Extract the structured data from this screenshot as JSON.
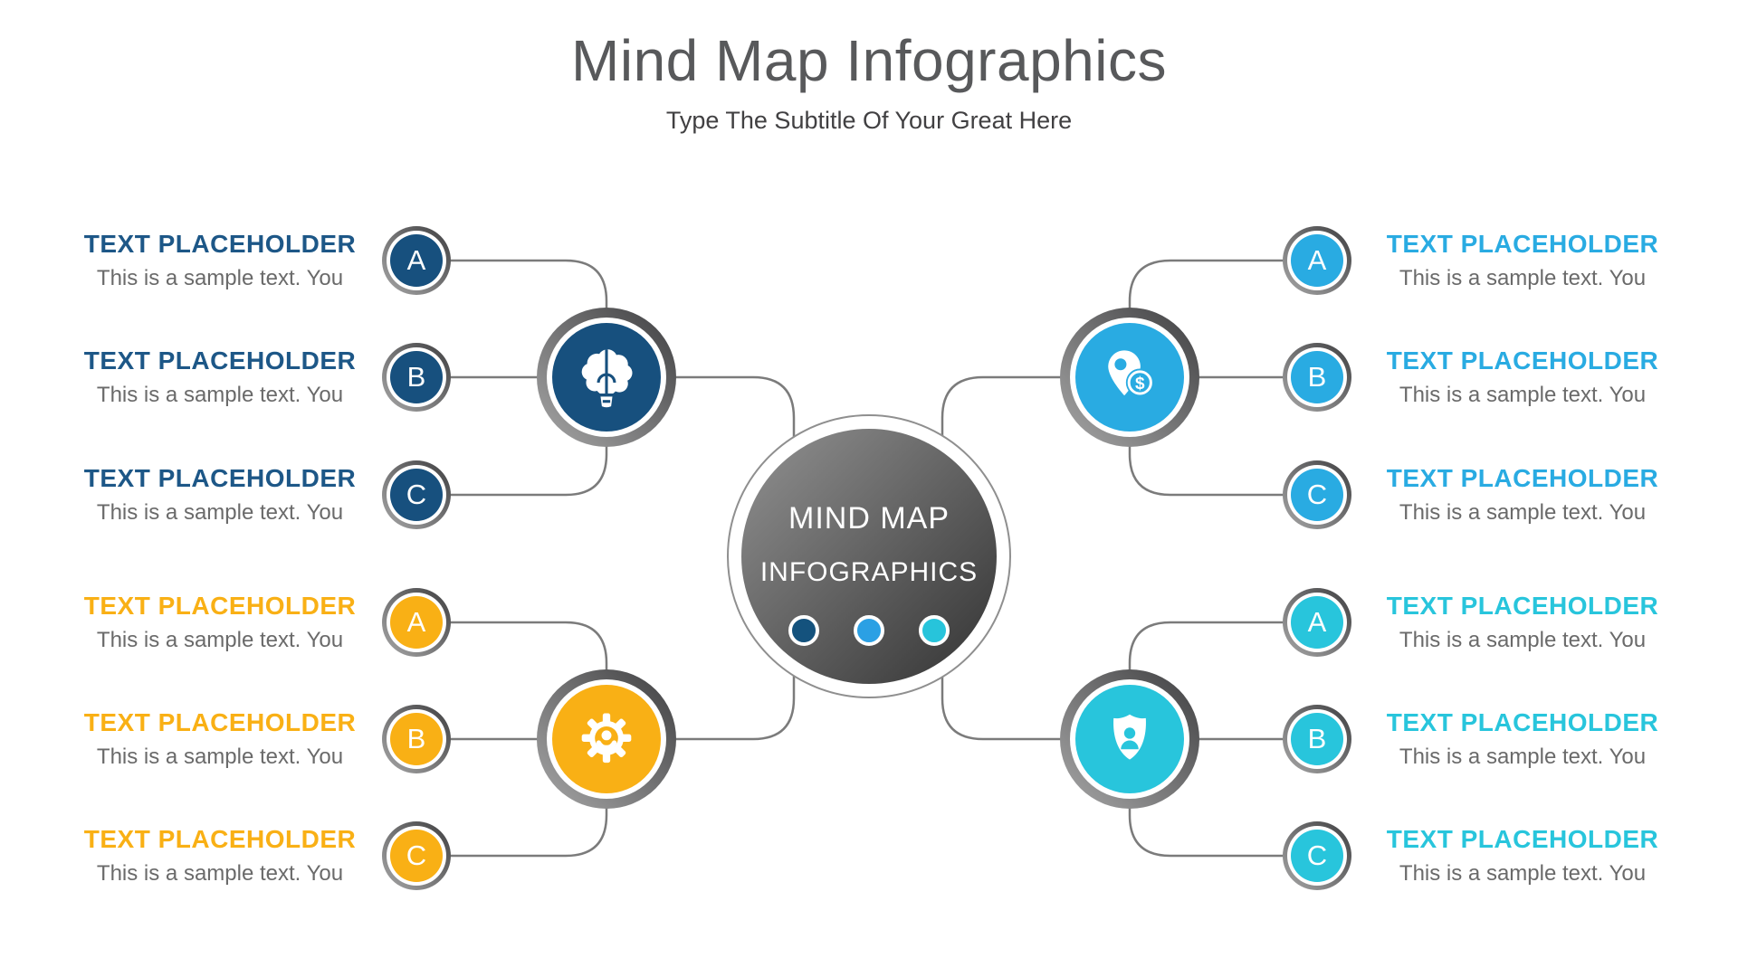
{
  "title": "Mind Map Infographics",
  "subtitle": "Type The Subtitle Of Your Great Here",
  "center": {
    "line1": "MIND MAP",
    "line2": "INFOGRAPHICS",
    "dots": [
      "#14527D",
      "#2BA0E4",
      "#27C4DB"
    ]
  },
  "colors": {
    "title": "#58595B",
    "subtitle": "#414042",
    "body_text": "#6A6A6A",
    "connector": "#7B7B7B"
  },
  "branches": [
    {
      "name": "idea",
      "icon": "brain-idea-icon",
      "color": "#17507E",
      "heading_color": "#1D5787",
      "items": [
        {
          "letter": "A",
          "heading": "TEXT PLACEHOLDER",
          "body": "This is a sample text. You"
        },
        {
          "letter": "B",
          "heading": "TEXT PLACEHOLDER",
          "body": "This is a sample text. You"
        },
        {
          "letter": "C",
          "heading": "TEXT PLACEHOLDER",
          "body": "This is a sample text. You"
        }
      ]
    },
    {
      "name": "process",
      "icon": "gear-person-icon",
      "color": "#F9B015",
      "heading_color": "#F9B015",
      "items": [
        {
          "letter": "A",
          "heading": "TEXT PLACEHOLDER",
          "body": "This is a sample text. You"
        },
        {
          "letter": "B",
          "heading": "TEXT PLACEHOLDER",
          "body": "This is a sample text. You"
        },
        {
          "letter": "C",
          "heading": "TEXT PLACEHOLDER",
          "body": "This is a sample text. You"
        }
      ]
    },
    {
      "name": "location-finance",
      "icon": "pin-dollar-icon",
      "color": "#29ABE2",
      "heading_color": "#29ABE2",
      "items": [
        {
          "letter": "A",
          "heading": "TEXT PLACEHOLDER",
          "body": "This is a sample text. You"
        },
        {
          "letter": "B",
          "heading": "TEXT PLACEHOLDER",
          "body": "This is a sample text. You"
        },
        {
          "letter": "C",
          "heading": "TEXT PLACEHOLDER",
          "body": "This is a sample text. You"
        }
      ]
    },
    {
      "name": "security",
      "icon": "shield-person-icon",
      "color": "#28C5DC",
      "heading_color": "#28C5DC",
      "items": [
        {
          "letter": "A",
          "heading": "TEXT PLACEHOLDER",
          "body": "This is a sample text. You"
        },
        {
          "letter": "B",
          "heading": "TEXT PLACEHOLDER",
          "body": "This is a sample text. You"
        },
        {
          "letter": "C",
          "heading": "TEXT PLACEHOLDER",
          "body": "This is a sample text. You"
        }
      ]
    }
  ]
}
